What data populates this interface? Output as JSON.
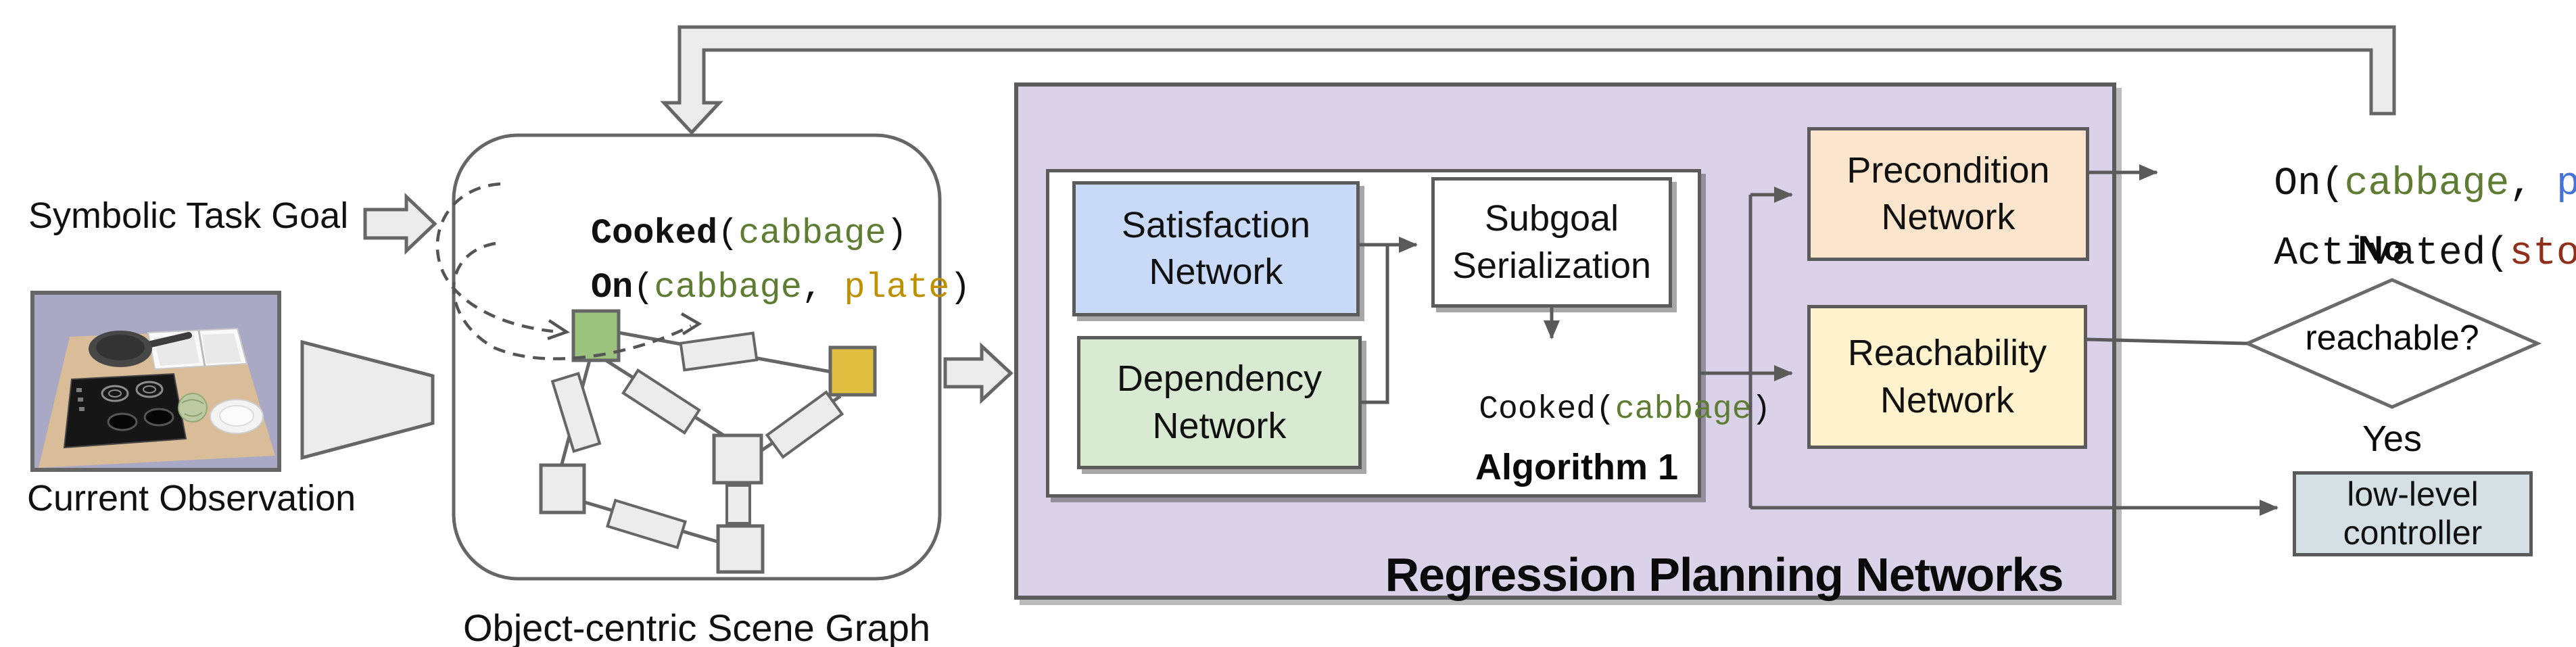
{
  "diagram": {
    "goal_label": "Symbolic Task Goal",
    "observation_label": "Current Observation",
    "scene_graph_caption": "Object-centric Scene Graph",
    "rpn_title": "Regression Planning Networks",
    "algorithm_label": "Algorithm 1"
  },
  "predicates": {
    "goal1_fn": "Cooked",
    "goal1_arg1": "cabbage",
    "goal2_fn": "On",
    "goal2_arg1": "cabbage",
    "goal2_arg2": "plate",
    "subgoal_fn": "Cooked",
    "subgoal_arg1": "cabbage",
    "out1_fn": "On",
    "out1_arg1": "cabbage",
    "out1_arg2": "pot",
    "out2_fn": "Activated",
    "out2_arg1": "stove"
  },
  "punct": {
    "open": "(",
    "close": ")",
    "comma_space": ", "
  },
  "boxes": {
    "satisfaction": "Satisfaction Network",
    "dependency": "Dependency Network",
    "subgoal": "Subgoal Serialization",
    "precondition": "Precondition Network",
    "reachability": "Reachability Network",
    "controller": "low-level controller"
  },
  "decision": {
    "question": "reachable?",
    "no_label": "No",
    "yes_label": "Yes"
  },
  "colors": {
    "panel_purple": "#d9d2e9",
    "box_blue": "#c9daf8",
    "box_green": "#d9ead3",
    "box_peach": "#fce5cd",
    "box_yellow": "#fff2cc",
    "box_bluegray": "#d4e0e3",
    "node_green": "#9cc37e",
    "node_gold": "#e1c041",
    "mono_green": "#5e7d33",
    "mono_gold": "#bf9000",
    "mono_blue": "#4673d9",
    "mono_red": "#8f2f1c",
    "line_gray": "#666666",
    "fill_gray": "#ececec"
  }
}
